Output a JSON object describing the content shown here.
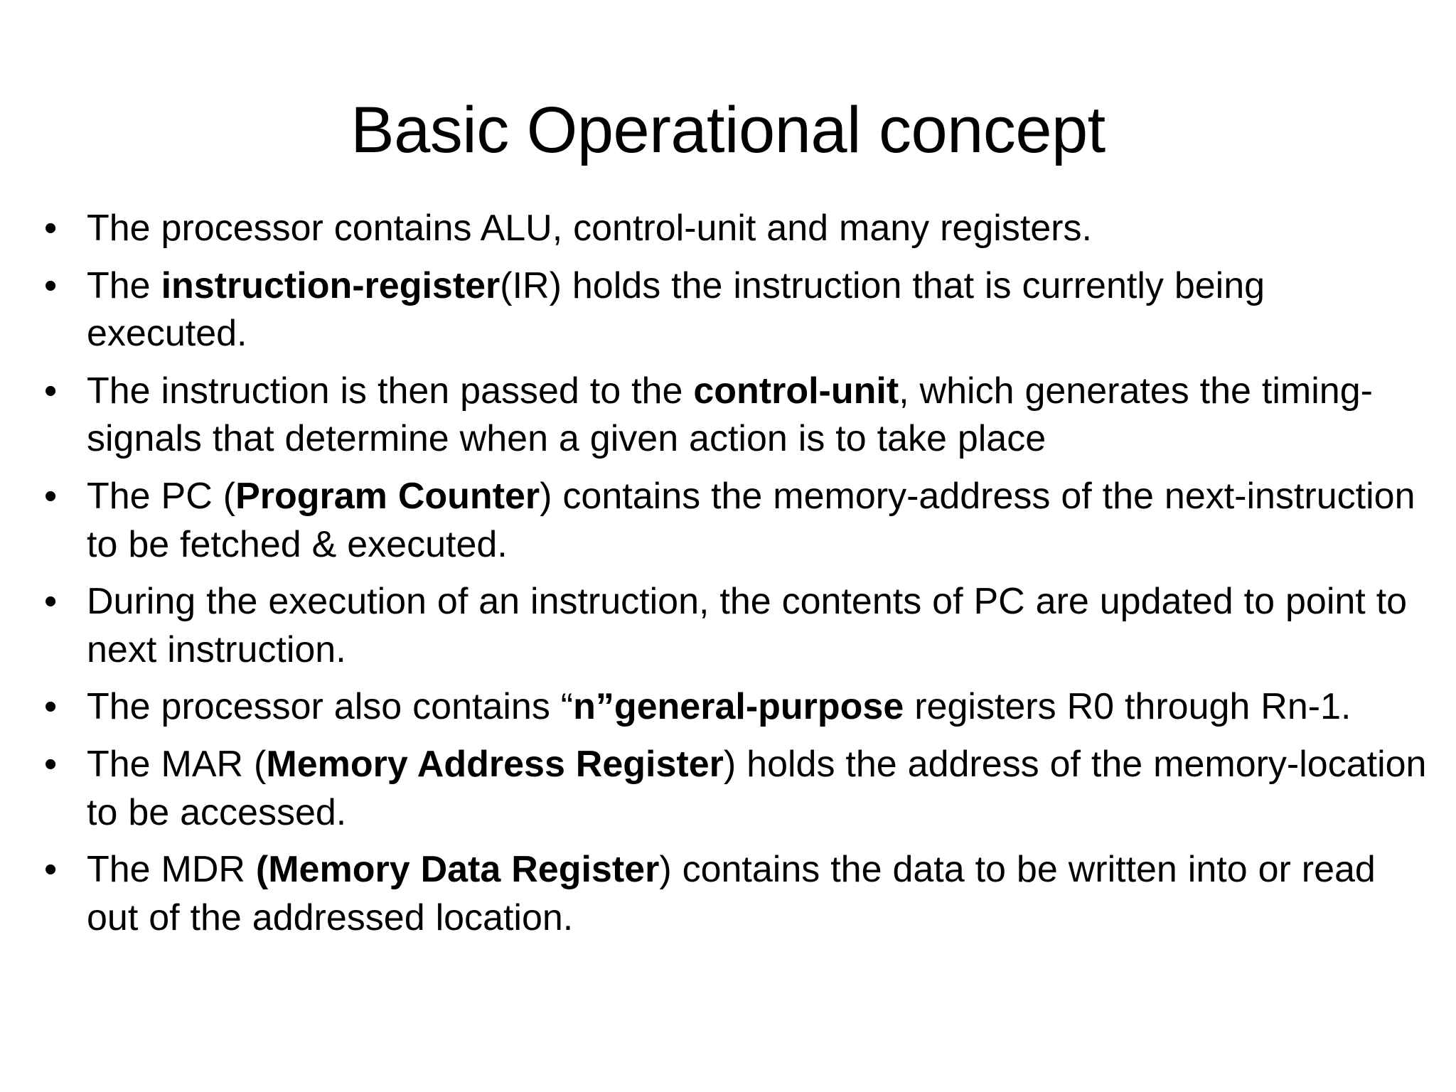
{
  "slide": {
    "title": "Basic Operational concept",
    "bullet_marker": "•",
    "text_color": "#000000",
    "background_color": "#FFFFFF",
    "bullets": [
      {
        "id": "bullet-processor-contains",
        "plain": "The processor contains ALU, control-unit and many registers.",
        "segments": [
          {
            "text": "The processor contains ALU, control-unit and many registers.",
            "bold": false
          }
        ]
      },
      {
        "id": "bullet-instruction-register",
        "plain": "The instruction-register(IR) holds the instruction that is currently being executed.",
        "segments": [
          {
            "text": "The ",
            "bold": false
          },
          {
            "text": "instruction-register",
            "bold": true
          },
          {
            "text": "(IR) holds the instruction that is currently being executed.",
            "bold": false
          }
        ]
      },
      {
        "id": "bullet-control-unit",
        "plain": "The instruction is then passed to the control-unit, which generates the timing-signals that determine when a given action is to take place",
        "segments": [
          {
            "text": "The instruction is then passed to the ",
            "bold": false
          },
          {
            "text": "control-unit",
            "bold": true
          },
          {
            "text": ", which generates the timing-signals that determine when a given action is to take place",
            "bold": false
          }
        ]
      },
      {
        "id": "bullet-program-counter",
        "plain": "The PC (Program Counter) contains the memory-address of the next-instruction to be fetched & executed.",
        "segments": [
          {
            "text": "The PC (",
            "bold": false
          },
          {
            "text": "Program Counter",
            "bold": true
          },
          {
            "text": ") contains the memory-address of the next-instruction to be fetched & executed.",
            "bold": false
          }
        ]
      },
      {
        "id": "bullet-pc-updated",
        "plain": "During the execution of an instruction, the contents of PC are updated to point to next instruction.",
        "segments": [
          {
            "text": "During the execution of an instruction, the contents of PC are updated to point to next instruction.",
            "bold": false
          }
        ]
      },
      {
        "id": "bullet-general-purpose",
        "plain": "The processor also contains “n”general-purpose registers R0 through Rn-1.",
        "segments": [
          {
            "text": "The processor also contains “",
            "bold": false
          },
          {
            "text": "n”general-purpose",
            "bold": true
          },
          {
            "text": " registers R0 through Rn-1.",
            "bold": false
          }
        ]
      },
      {
        "id": "bullet-mar",
        "plain": "The MAR (Memory Address Register) holds the address of the memory-location to be accessed.",
        "segments": [
          {
            "text": "The MAR (",
            "bold": false
          },
          {
            "text": "Memory Address Register",
            "bold": true
          },
          {
            "text": ") holds the address of the memory-location to be accessed.",
            "bold": false
          }
        ]
      },
      {
        "id": "bullet-mdr",
        "plain": "The MDR (Memory Data Register) contains the data to be written into or read out of the addressed location.",
        "segments": [
          {
            "text": "The MDR ",
            "bold": false
          },
          {
            "text": "(Memory Data Register",
            "bold": true
          },
          {
            "text": ") contains the data to be written into or read out of the addressed location.",
            "bold": false
          }
        ]
      }
    ]
  }
}
